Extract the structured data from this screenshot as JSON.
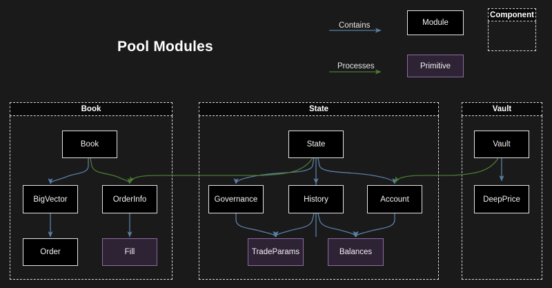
{
  "diagram": {
    "title": "Pool Modules",
    "background_color": "#1a1a1a"
  },
  "legend": {
    "edges": [
      {
        "label": "Contains",
        "color": "#5b7fa6",
        "name": "contains"
      },
      {
        "label": "Processes",
        "color": "#3e6b2e",
        "name": "processes"
      }
    ],
    "shapes": [
      {
        "label": "Module",
        "kind": "module",
        "fill": "#000000",
        "stroke": "#e6e6e6"
      },
      {
        "label": "Primitive",
        "kind": "primitive",
        "fill": "#2e2235",
        "stroke": "#8f6ba3"
      }
    ],
    "component": {
      "label": "Component",
      "stroke": "#dcdcdc"
    }
  },
  "groups": [
    {
      "id": "book",
      "label": "Book"
    },
    {
      "id": "state",
      "label": "State"
    },
    {
      "id": "vault",
      "label": "Vault"
    }
  ],
  "nodes": [
    {
      "id": "book",
      "label": "Book",
      "kind": "module",
      "group": "book"
    },
    {
      "id": "bigvector",
      "label": "BigVector",
      "kind": "module",
      "group": "book"
    },
    {
      "id": "orderinfo",
      "label": "OrderInfo",
      "kind": "module",
      "group": "book"
    },
    {
      "id": "order",
      "label": "Order",
      "kind": "module",
      "group": "book"
    },
    {
      "id": "fill",
      "label": "Fill",
      "kind": "primitive",
      "group": "book"
    },
    {
      "id": "state",
      "label": "State",
      "kind": "module",
      "group": "state"
    },
    {
      "id": "governance",
      "label": "Governance",
      "kind": "module",
      "group": "state"
    },
    {
      "id": "history",
      "label": "History",
      "kind": "module",
      "group": "state"
    },
    {
      "id": "account",
      "label": "Account",
      "kind": "module",
      "group": "state"
    },
    {
      "id": "tradeparams",
      "label": "TradeParams",
      "kind": "primitive",
      "group": "state"
    },
    {
      "id": "balances",
      "label": "Balances",
      "kind": "primitive",
      "group": "state"
    },
    {
      "id": "vault",
      "label": "Vault",
      "kind": "module",
      "group": "vault"
    },
    {
      "id": "deepprice",
      "label": "DeepPrice",
      "kind": "module",
      "group": "vault"
    }
  ],
  "edges": [
    {
      "from": "book",
      "to": "bigvector",
      "type": "contains"
    },
    {
      "from": "book",
      "to": "orderinfo",
      "type": "processes"
    },
    {
      "from": "bigvector",
      "to": "order",
      "type": "contains"
    },
    {
      "from": "orderinfo",
      "to": "fill",
      "type": "contains"
    },
    {
      "from": "state",
      "to": "governance",
      "type": "contains"
    },
    {
      "from": "state",
      "to": "history",
      "type": "contains"
    },
    {
      "from": "state",
      "to": "account",
      "type": "contains"
    },
    {
      "from": "state",
      "to": "orderinfo",
      "type": "processes"
    },
    {
      "from": "governance",
      "to": "tradeparams",
      "type": "contains"
    },
    {
      "from": "history",
      "to": "tradeparams",
      "type": "contains"
    },
    {
      "from": "history",
      "to": "balances",
      "type": "contains"
    },
    {
      "from": "account",
      "to": "balances",
      "type": "contains"
    },
    {
      "from": "vault",
      "to": "deepprice",
      "type": "contains"
    },
    {
      "from": "vault",
      "to": "account",
      "type": "processes"
    }
  ]
}
